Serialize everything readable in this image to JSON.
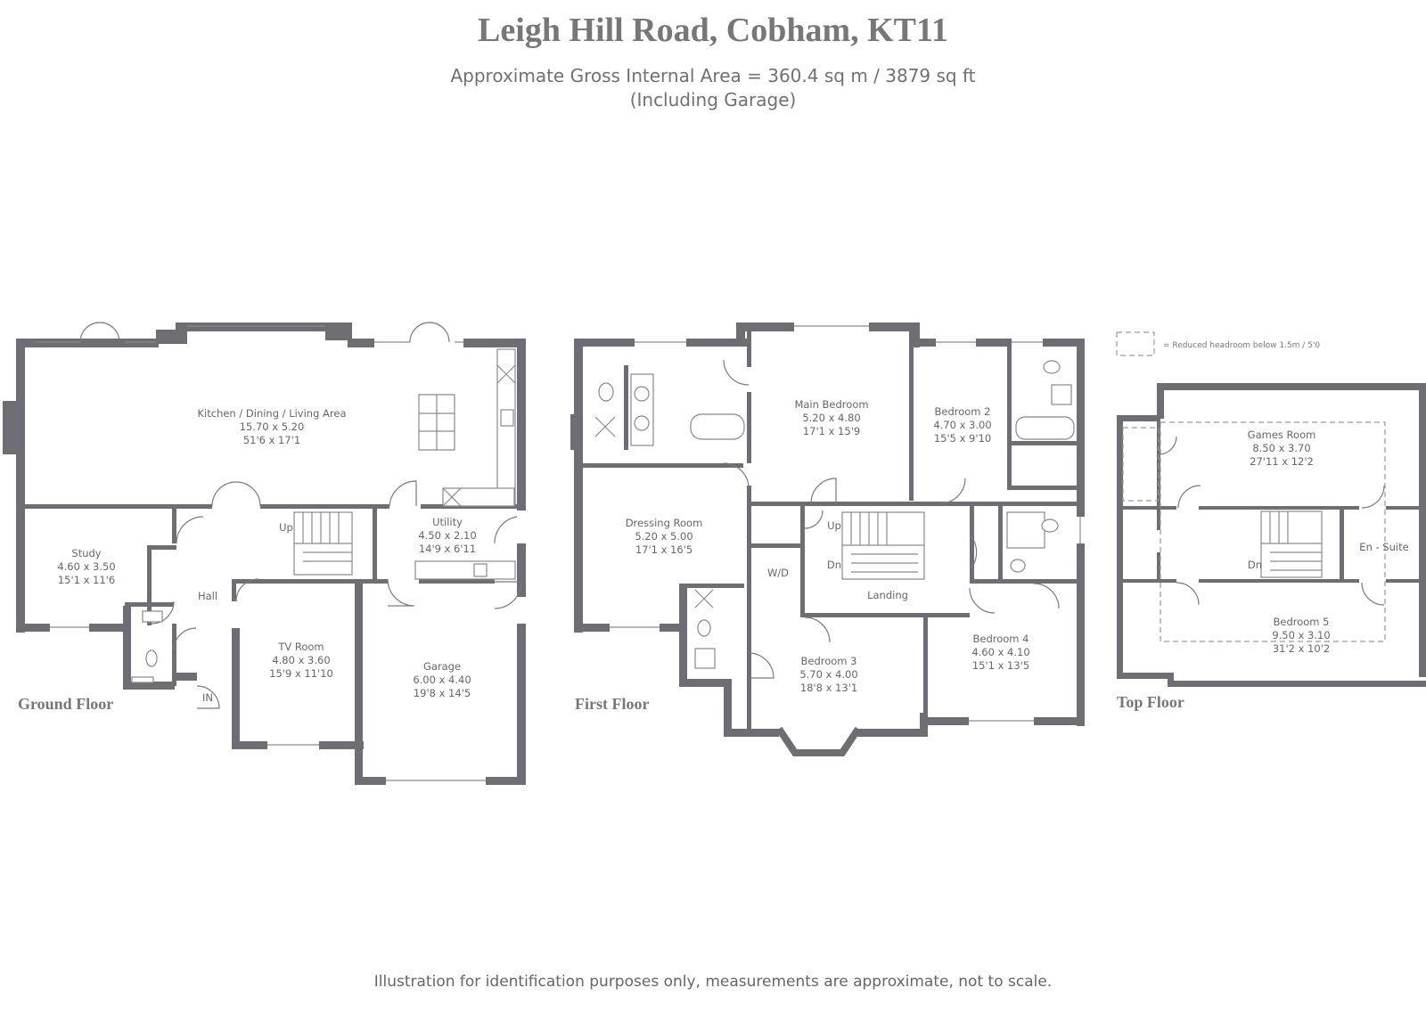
{
  "header": {
    "title": "Leigh Hill Road, Cobham, KT11",
    "area": "Approximate Gross Internal Area = 360.4 sq m / 3879 sq ft",
    "area_note": "(Including Garage)"
  },
  "legend": {
    "reduced_headroom": "= Reduced headroom below 1.5m / 5'0"
  },
  "floors": {
    "ground": {
      "label": "Ground Floor",
      "rooms": {
        "kitchen": {
          "name": "Kitchen / Dining / Living Area",
          "metric": "15.70 x 5.20",
          "imperial": "51'6 x 17'1"
        },
        "study": {
          "name": "Study",
          "metric": "4.60 x 3.50",
          "imperial": "15'1 x 11'6"
        },
        "utility": {
          "name": "Utility",
          "metric": "4.50 x 2.10",
          "imperial": "14'9 x 6'11"
        },
        "tv": {
          "name": "TV Room",
          "metric": "4.80 x 3.60",
          "imperial": "15'9 x 11'10"
        },
        "garage": {
          "name": "Garage",
          "metric": "6.00 x 4.40",
          "imperial": "19'8 x 14'5"
        }
      },
      "hall": "Hall",
      "up": "Up",
      "entrance": "IN"
    },
    "first": {
      "label": "First Floor",
      "rooms": {
        "main_bed": {
          "name": "Main Bedroom",
          "metric": "5.20 x 4.80",
          "imperial": "17'1 x 15'9"
        },
        "bed2": {
          "name": "Bedroom 2",
          "metric": "4.70 x 3.00",
          "imperial": "15'5 x 9'10"
        },
        "dressing": {
          "name": "Dressing Room",
          "metric": "5.20 x 5.00",
          "imperial": "17'1 x 16'5"
        },
        "bed3": {
          "name": "Bedroom 3",
          "metric": "5.70 x 4.00",
          "imperial": "18'8 x 13'1"
        },
        "bed4": {
          "name": "Bedroom 4",
          "metric": "4.60 x 4.10",
          "imperial": "15'1 x 13'5"
        }
      },
      "wd": "W/D",
      "landing": "Landing",
      "up": "Up",
      "dn": "Dn"
    },
    "top": {
      "label": "Top Floor",
      "rooms": {
        "games": {
          "name": "Games Room",
          "metric": "8.50 x 3.70",
          "imperial": "27'11 x 12'2"
        },
        "bed5": {
          "name": "Bedroom 5",
          "metric": "9.50 x 3.10",
          "imperial": "31'2 x 10'2"
        }
      },
      "ensuite": "En - Suite",
      "dn": "Dn"
    }
  },
  "disclaimer": "Illustration for identification purposes only, measurements are approximate, not to scale."
}
